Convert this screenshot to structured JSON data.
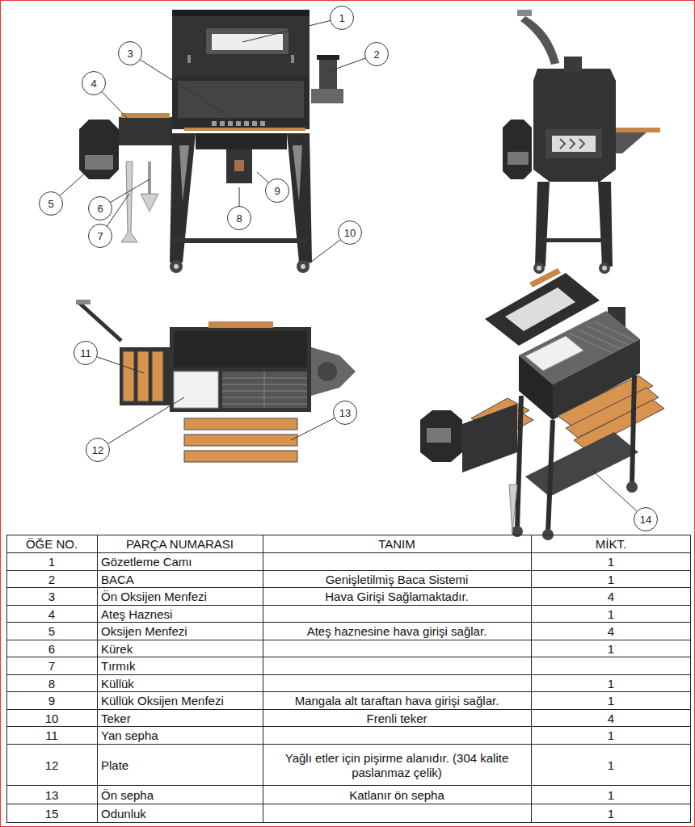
{
  "diagram": {
    "nodes": [
      {
        "text": [
          "1"
        ]
      },
      {
        "text": [
          "2"
        ]
      },
      {
        "text": [
          "3"
        ]
      },
      {
        "text": [
          "4"
        ]
      },
      {
        "text": [
          "5"
        ]
      },
      {
        "text": [
          "6"
        ]
      },
      {
        "text": [
          "7"
        ]
      },
      {
        "text": [
          "8"
        ]
      },
      {
        "text": [
          "9"
        ]
      },
      {
        "text": [
          "10"
        ]
      },
      {
        "text": [
          "11"
        ]
      },
      {
        "text": [
          "12"
        ]
      },
      {
        "text": [
          "13"
        ]
      },
      {
        "text": [
          "14"
        ]
      }
    ],
    "labels": [
      "ÖĞE NO.",
      "PARÇA NUMARASI",
      "TANIM",
      "MİKT.",
      "1",
      "Gözetleme Camı",
      "1",
      "2",
      "BACA",
      "Genişletilmiş Baca Sistemi",
      "1",
      "3",
      "Ön Oksijen Menfezi",
      "Hava Girişi Sağlamaktadır.",
      "4",
      "4",
      "Ateş Haznesi",
      "1",
      "5",
      "Oksijen Menfezi",
      "Ateş haznesine hava girişi sağlar.",
      "4",
      "6",
      "Kürek",
      "1",
      "7",
      "Tırmık",
      "8",
      "Küllük",
      "1",
      "9",
      "Küllük Oksijen Menfezi",
      "Mangala alt taraftan hava girişi sağlar.",
      "1",
      "10",
      "Teker",
      "Frenli teker",
      "4",
      "11",
      "Yan sepha",
      "1",
      "12",
      "Plate",
      "Yağlı etler için pişirme alanıdır. (304 kalite paslanmaz çelik)",
      "1",
      "13",
      "Ön sepha",
      "Katlanır ön sepha",
      "1",
      "15",
      "Odunluk",
      "1"
    ]
  }
}
